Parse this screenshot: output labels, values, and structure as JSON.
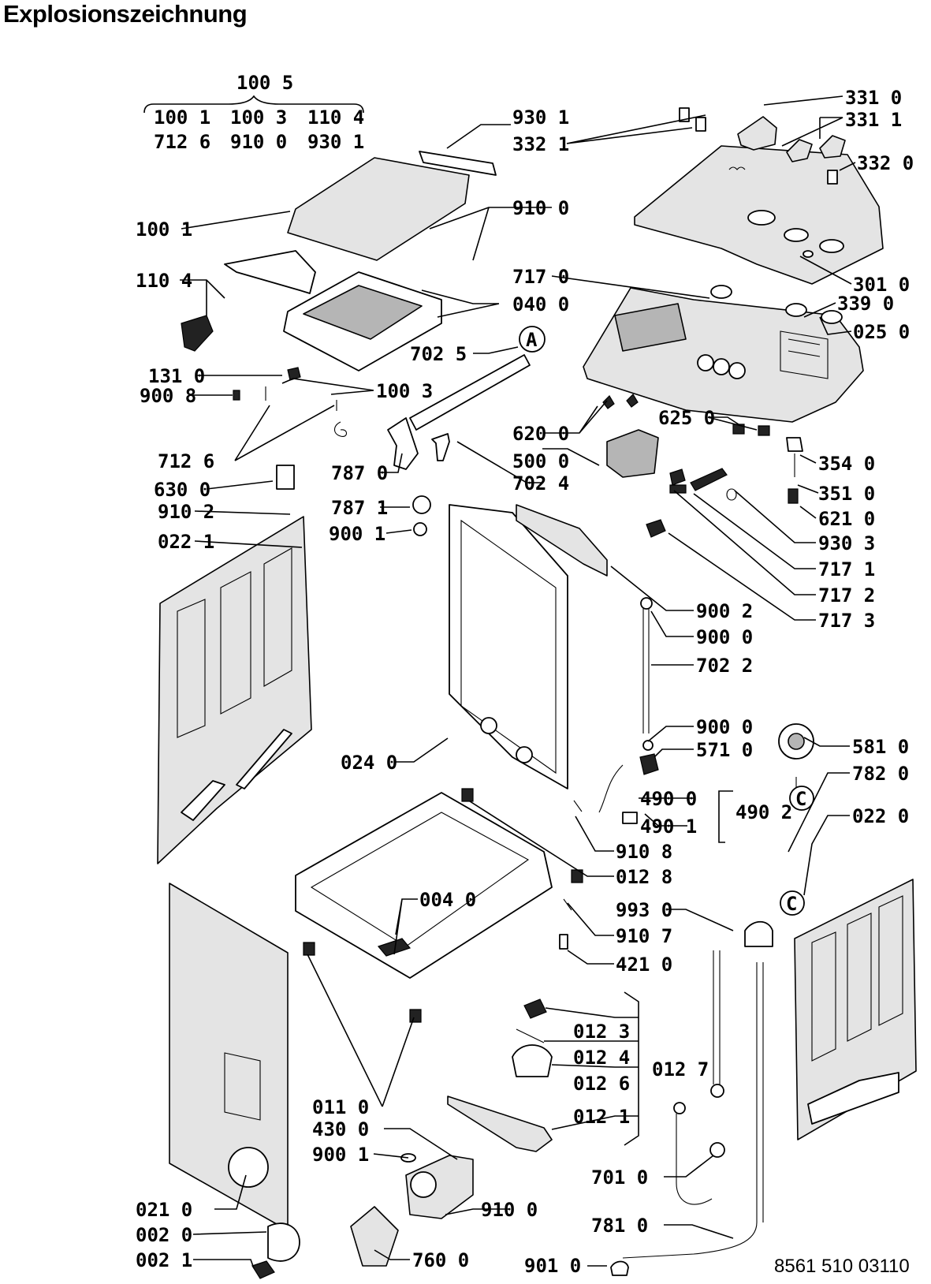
{
  "title": "Explosionszeichnung",
  "document_number": "8561 510 03110",
  "kit_group": {
    "label": "100 5",
    "members": [
      "100 1",
      "100 3",
      "110 4",
      "712 6",
      "910 0",
      "930 1"
    ]
  },
  "part_labels": [
    "930 1",
    "332 1",
    "331 0",
    "331 1",
    "332 0",
    "100 1",
    "910 0",
    "110 4",
    "717 0",
    "040 0",
    "301 0",
    "339 0",
    "025 0",
    "702 5",
    "131 0",
    "100 3",
    "900 8",
    "620 0",
    "625 0",
    "712 6",
    "787 0",
    "500 0",
    "354 0",
    "630 0",
    "702 4",
    "351 0",
    "787 1",
    "910 2",
    "900 1",
    "621 0",
    "022 1",
    "930 3",
    "717 1",
    "717 2",
    "900 2",
    "717 3",
    "900 0",
    "702 2",
    "900 0",
    "571 0",
    "581 0",
    "024 0",
    "782 0",
    "490 0",
    "490 2",
    "490 1",
    "022 0",
    "910 8",
    "012 8",
    "004 0",
    "993 0",
    "910 7",
    "421 0",
    "012 3",
    "012 4",
    "012 7",
    "012 6",
    "011 0",
    "012 1",
    "430 0",
    "900 1",
    "701 0",
    "021 0",
    "910 0",
    "781 0",
    "002 0",
    "760 0",
    "002 1",
    "901 0"
  ],
  "callout_letters": [
    "A",
    "C",
    "C"
  ],
  "colors": {
    "ink": "#000000",
    "paper": "#ffffff",
    "part_fill_light": "#e4e4e4",
    "part_fill_dark": "#b5b5b5"
  }
}
